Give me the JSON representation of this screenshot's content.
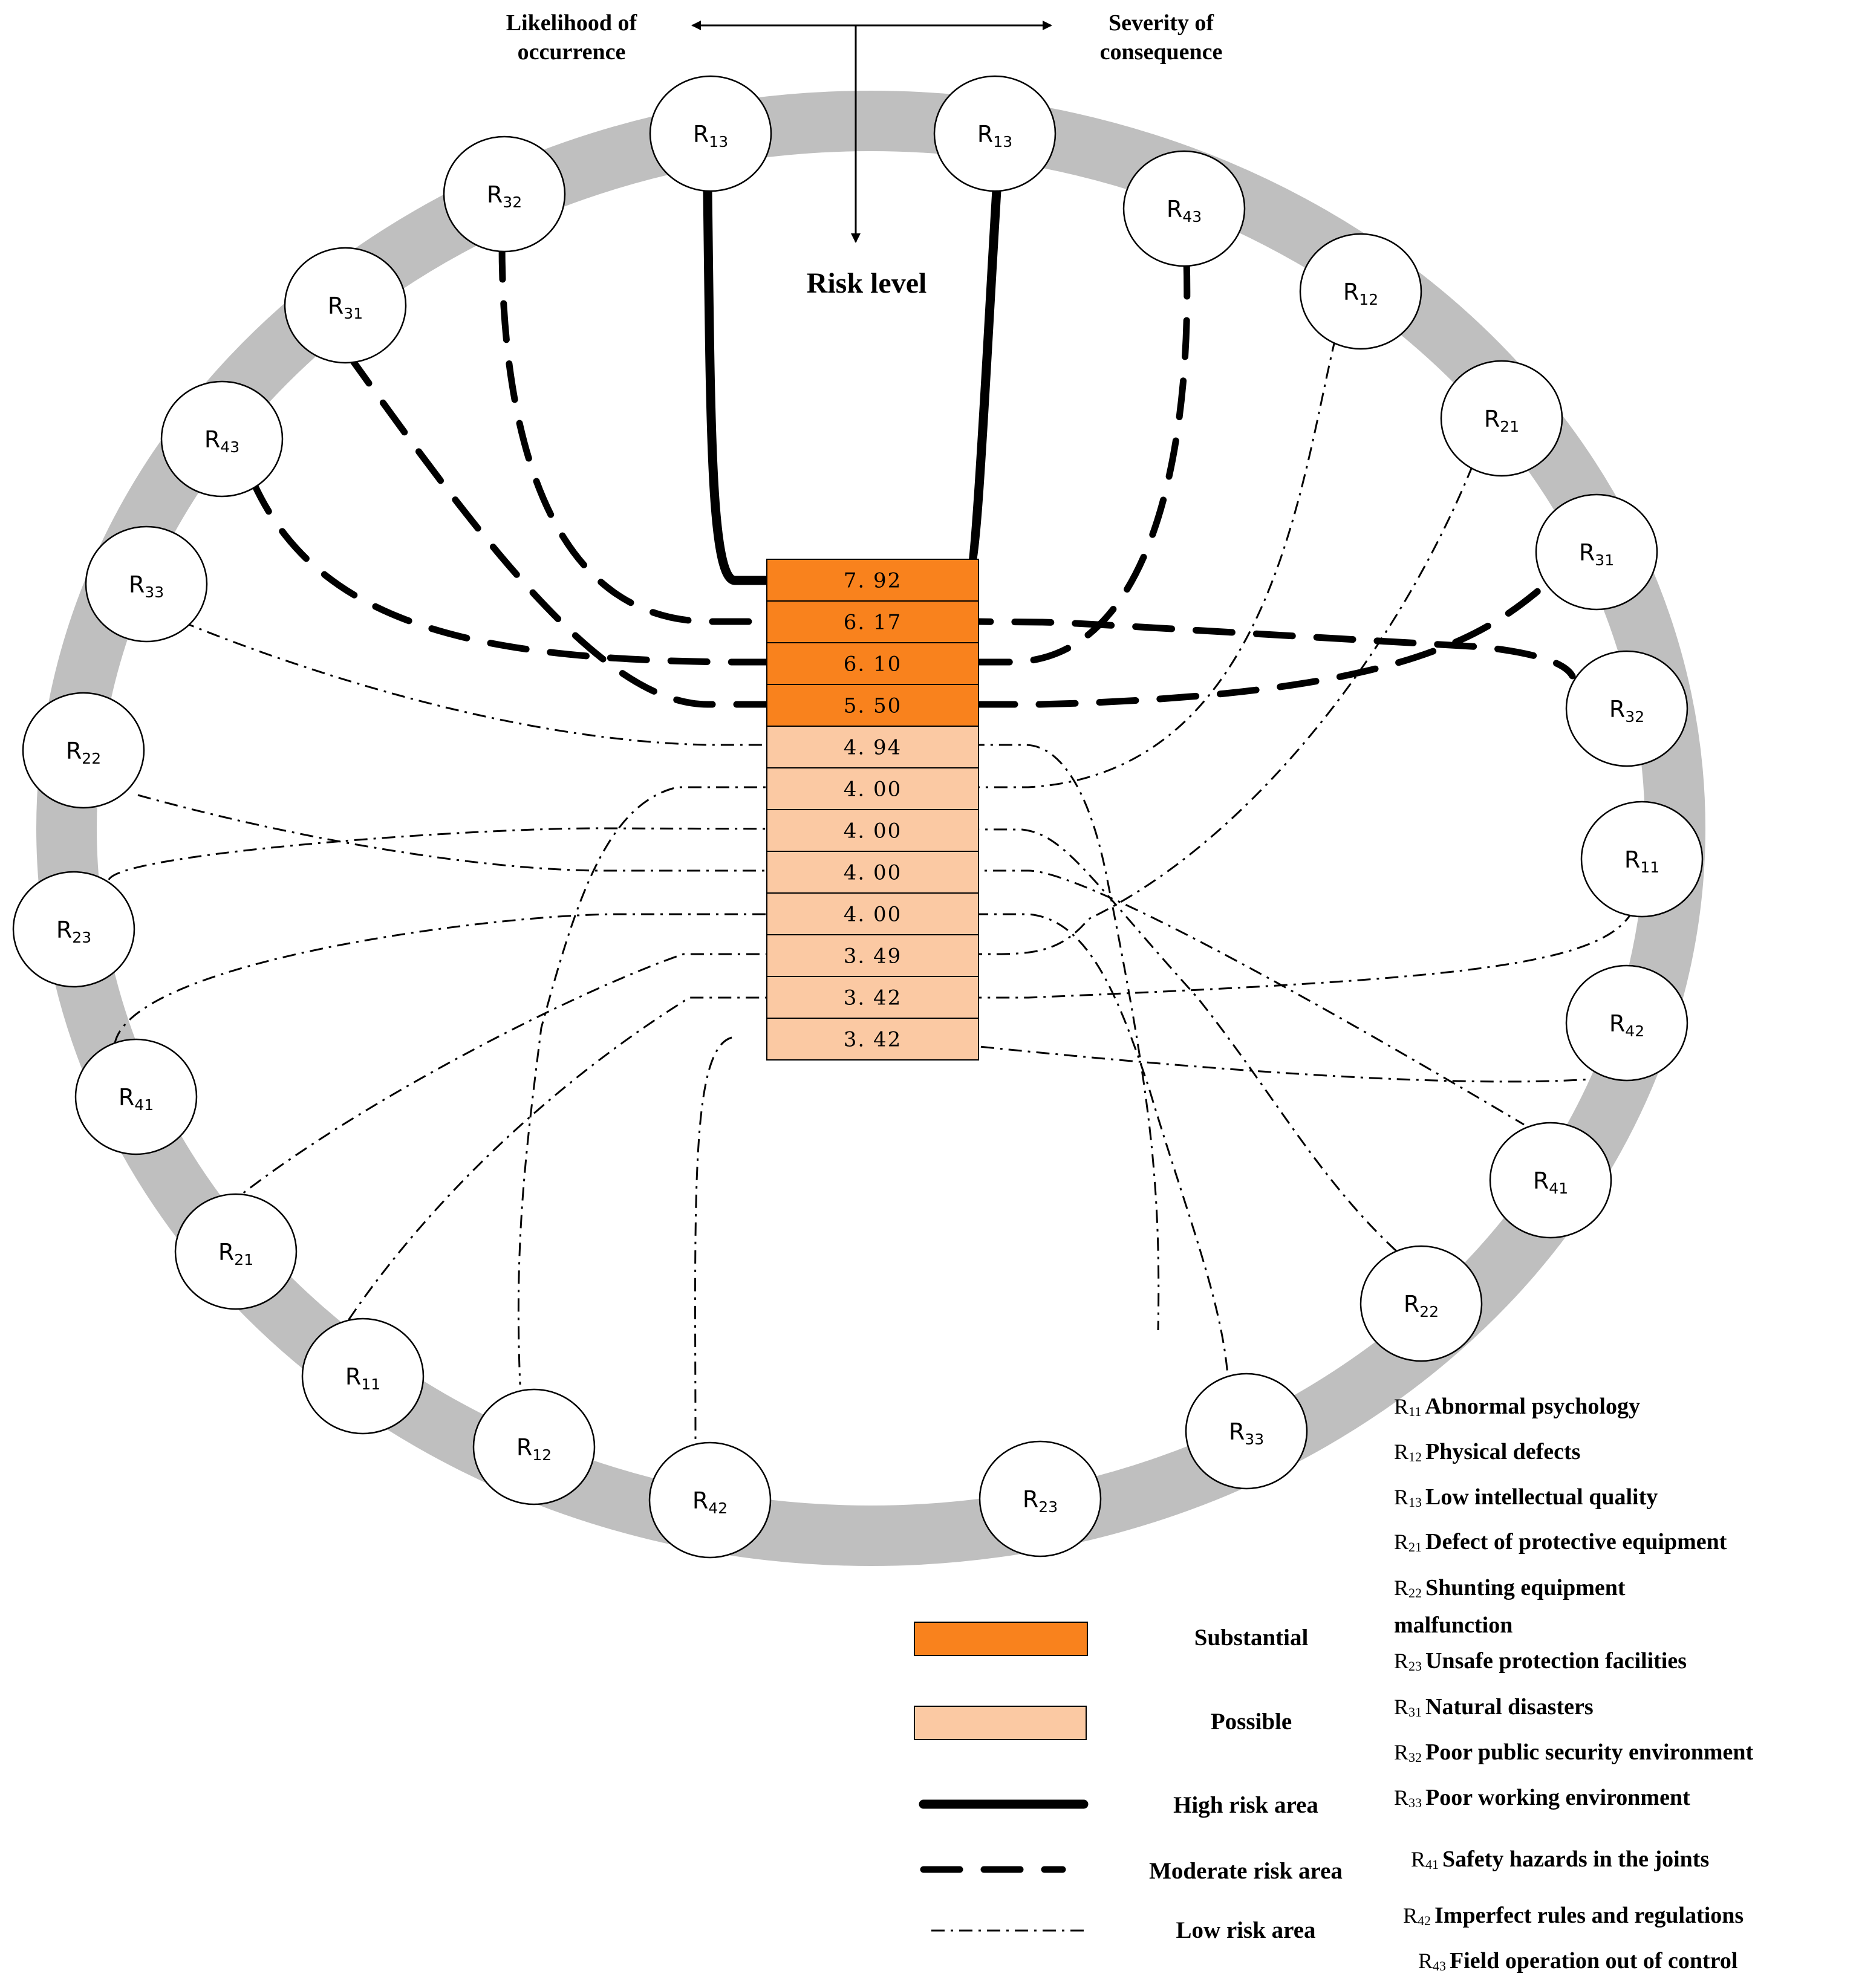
{
  "header": {
    "left_label_line1": "Likelihood of",
    "left_label_line2": "occurrence",
    "right_label_line1": "Severity of",
    "right_label_line2": "consequence",
    "center_label": "Risk level"
  },
  "colors": {
    "ring": "#bfbfbf",
    "substantial": "#f9821d",
    "possible": "#fbc9a3",
    "node_fill": "#ffffff",
    "line": "#000000"
  },
  "scores": [
    "7. 92",
    "6. 17",
    "6. 10",
    "5. 50",
    "4. 94",
    "4. 00",
    "4. 00",
    "4. 00",
    "4. 00",
    "3. 49",
    "3. 42",
    "3. 42"
  ],
  "score_levels": [
    "substantial",
    "substantial",
    "substantial",
    "substantial",
    "possible",
    "possible",
    "possible",
    "possible",
    "possible",
    "possible",
    "possible",
    "possible"
  ],
  "nodes_left": [
    {
      "prefix": "R",
      "sub": "13",
      "id": "left-r13"
    },
    {
      "prefix": "R",
      "sub": "32",
      "id": "left-r32"
    },
    {
      "prefix": "R",
      "sub": "31",
      "id": "left-r31"
    },
    {
      "prefix": "R",
      "sub": "43",
      "id": "left-r43"
    },
    {
      "prefix": "R",
      "sub": "33",
      "id": "left-r33"
    },
    {
      "prefix": "R",
      "sub": "22",
      "id": "left-r22"
    },
    {
      "prefix": "R",
      "sub": "23",
      "id": "left-r23"
    },
    {
      "prefix": "R",
      "sub": "41",
      "id": "left-r41"
    },
    {
      "prefix": "R",
      "sub": "21",
      "id": "left-r21"
    },
    {
      "prefix": "R",
      "sub": "11",
      "id": "left-r11"
    },
    {
      "prefix": "R",
      "sub": "12",
      "id": "left-r12"
    },
    {
      "prefix": "R",
      "sub": "42",
      "id": "left-r42"
    }
  ],
  "nodes_right": [
    {
      "prefix": "R",
      "sub": "13",
      "id": "right-r13"
    },
    {
      "prefix": "R",
      "sub": "43",
      "id": "right-r43"
    },
    {
      "prefix": "R",
      "sub": "12",
      "id": "right-r12"
    },
    {
      "prefix": "R",
      "sub": "21",
      "id": "right-r21"
    },
    {
      "prefix": "R",
      "sub": "31",
      "id": "right-r31"
    },
    {
      "prefix": "R",
      "sub": "32",
      "id": "right-r32"
    },
    {
      "prefix": "R",
      "sub": "11",
      "id": "right-r11"
    },
    {
      "prefix": "R",
      "sub": "42",
      "id": "right-r42"
    },
    {
      "prefix": "R",
      "sub": "41",
      "id": "right-r41"
    },
    {
      "prefix": "R",
      "sub": "22",
      "id": "right-r22"
    },
    {
      "prefix": "R",
      "sub": "33",
      "id": "right-r33"
    },
    {
      "prefix": "R",
      "sub": "23",
      "id": "right-r23"
    }
  ],
  "legend": {
    "substantial": "Substantial",
    "possible": "Possible",
    "high": "High risk area",
    "moderate": "Moderate risk area",
    "low": "Low risk area"
  },
  "factors": [
    {
      "code": "R",
      "sub": "11",
      "text": "Abnormal psychology"
    },
    {
      "code": "R",
      "sub": "12",
      "text": "Physical defects"
    },
    {
      "code": "R",
      "sub": "13",
      "text": "Low intellectual quality"
    },
    {
      "code": "R",
      "sub": "21",
      "text": "Defect of protective equipment"
    },
    {
      "code": "R",
      "sub": "22",
      "text": "Shunting equipment",
      "text2": "malfunction"
    },
    {
      "code": "R",
      "sub": "23",
      "text": "Unsafe protection facilities"
    },
    {
      "code": "R",
      "sub": "31",
      "text": "Natural disasters"
    },
    {
      "code": "R",
      "sub": "32",
      "text": "Poor public security environment"
    },
    {
      "code": "R",
      "sub": "33",
      "text": "Poor working environment"
    },
    {
      "code": "R",
      "sub": "41",
      "text": "Safety hazards in the joints"
    },
    {
      "code": "R",
      "sub": "42",
      "text": "Imperfect rules and regulations"
    },
    {
      "code": "R",
      "sub": "43",
      "text": "Field operation out of control"
    }
  ]
}
